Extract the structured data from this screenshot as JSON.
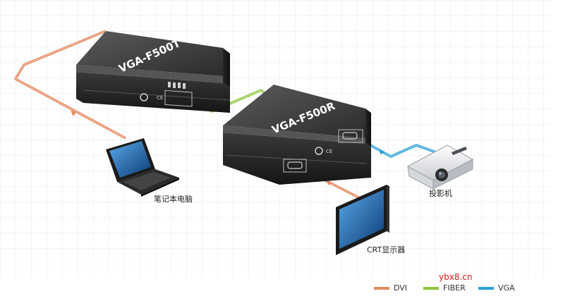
{
  "devices": {
    "transmitter": {
      "model": "VGA-F500T"
    },
    "receiver": {
      "model": "VGA-F500R"
    }
  },
  "endpoints": {
    "laptop": "笔记本电脑",
    "projector": "投影机",
    "monitor": "CRT显示器"
  },
  "watermark": "ybx8.cn",
  "legend": [
    {
      "label": "DVI",
      "color": "#e38a63"
    },
    {
      "label": "FIBER",
      "color": "#8dc63f"
    },
    {
      "label": "VGA",
      "color": "#2b9fd6"
    }
  ]
}
